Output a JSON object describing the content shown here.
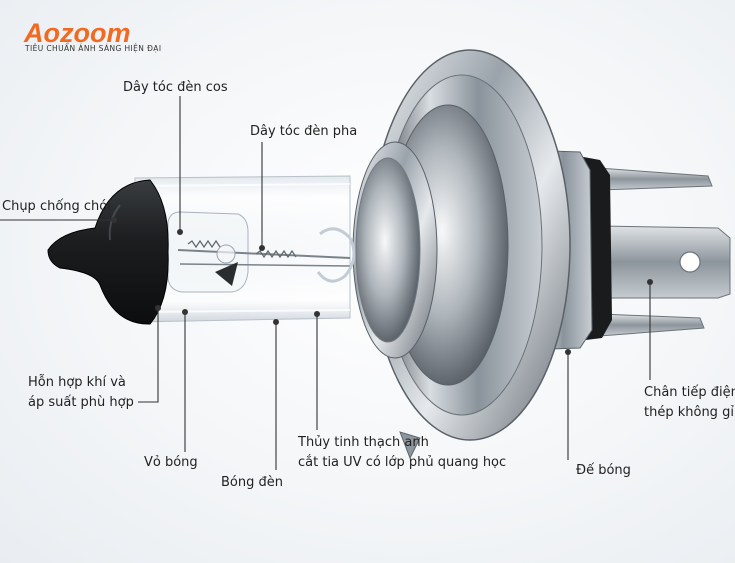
{
  "brand": {
    "name": "Aozoom",
    "tagline": "TIÊU CHUẨN ÁNH SÁNG HIỆN ĐẠI",
    "color": "#f26a21"
  },
  "labels": {
    "low_beam_filament": "Dây tóc đèn cos",
    "high_beam_filament": "Dây tóc đèn pha",
    "anti_glare_cap": "Chụp chống chói",
    "gas_mix_line1": "Hỗn hợp khí và",
    "gas_mix_line2": "áp suất phù hợp",
    "bulb_shell": "Vỏ bóng",
    "bulb_glass": "Bóng đèn",
    "quartz_line1": "Thủy tinh thạch anh",
    "quartz_line2": "cắt tia UV có lớp phủ quang học",
    "base": "Đế bóng",
    "terminal_line1": "Chân tiếp điện",
    "terminal_line2": "thép không gỉ"
  }
}
